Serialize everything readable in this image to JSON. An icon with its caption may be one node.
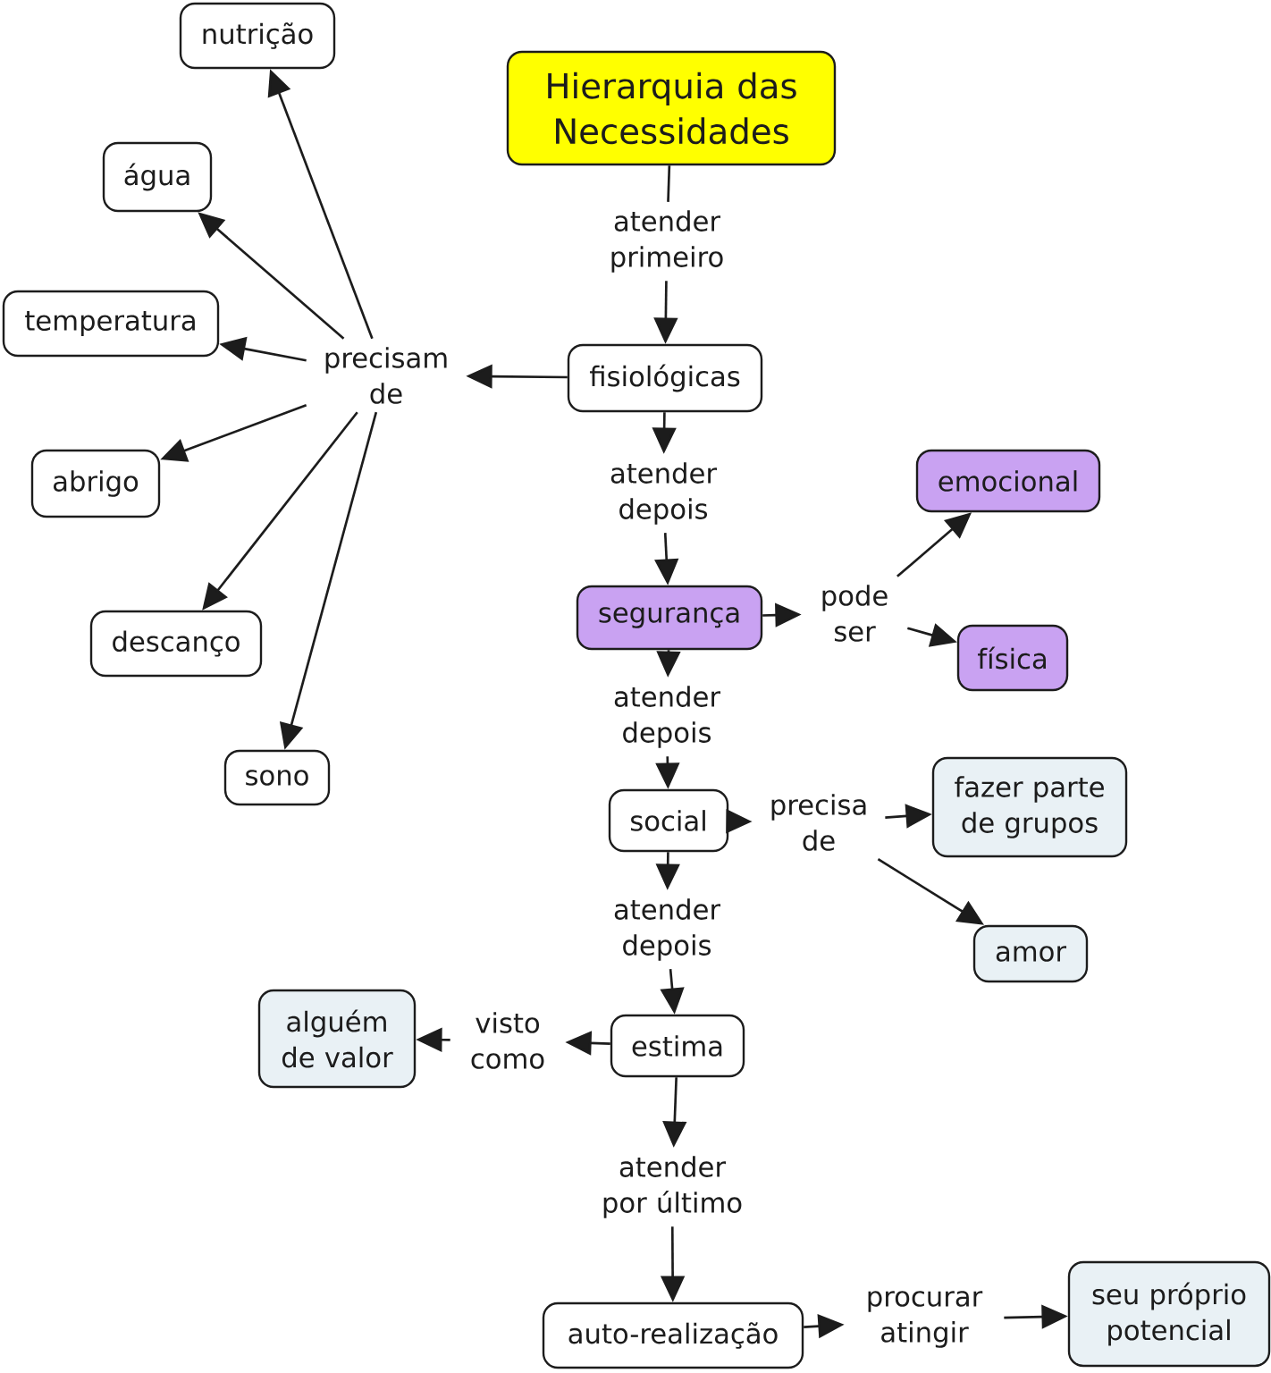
{
  "diagram": {
    "nodes": [
      {
        "text": [
          "Hierarquia das Necessidades"
        ]
      },
      {
        "text": [
          "atender primeiro"
        ]
      },
      {
        "text": [
          "fisiológicas"
        ]
      },
      {
        "text": [
          "precisam de"
        ]
      },
      {
        "text": [
          "nutrição"
        ]
      },
      {
        "text": [
          "água"
        ]
      },
      {
        "text": [
          "temperatura"
        ]
      },
      {
        "text": [
          "abrigo"
        ]
      },
      {
        "text": [
          "descanço"
        ]
      },
      {
        "text": [
          "sono"
        ]
      },
      {
        "text": [
          "atender depois"
        ]
      },
      {
        "text": [
          "segurança"
        ]
      },
      {
        "text": [
          "pode ser"
        ]
      },
      {
        "text": [
          "emocional"
        ]
      },
      {
        "text": [
          "física"
        ]
      },
      {
        "text": [
          "atender depois"
        ]
      },
      {
        "text": [
          "social"
        ]
      },
      {
        "text": [
          "precisa de"
        ]
      },
      {
        "text": [
          "fazer parte de grupos"
        ]
      },
      {
        "text": [
          "amor"
        ]
      },
      {
        "text": [
          "atender depois"
        ]
      },
      {
        "text": [
          "estima"
        ]
      },
      {
        "text": [
          "visto como"
        ]
      },
      {
        "text": [
          "alguém de valor"
        ]
      },
      {
        "text": [
          "atender por último"
        ]
      },
      {
        "text": [
          "auto-realização"
        ]
      },
      {
        "text": [
          "procurar atingir"
        ]
      },
      {
        "text": [
          "seu próprio potencial"
        ]
      }
    ],
    "edges": [
      {
        "from": 0,
        "to": 1,
        "arrow": "none"
      },
      {
        "from": 1,
        "to": 2,
        "arrow": "to"
      },
      {
        "from": 2,
        "to": 3,
        "arrow": "to"
      },
      {
        "from": 3,
        "to": 4,
        "arrow": "to"
      },
      {
        "from": 3,
        "to": 5,
        "arrow": "to"
      },
      {
        "from": 3,
        "to": 6,
        "arrow": "to"
      },
      {
        "from": 3,
        "to": 7,
        "arrow": "to"
      },
      {
        "from": 3,
        "to": 8,
        "arrow": "to"
      },
      {
        "from": 3,
        "to": 9,
        "arrow": "to"
      },
      {
        "from": 2,
        "to": 10,
        "arrow": "to"
      },
      {
        "from": 10,
        "to": 11,
        "arrow": "to"
      },
      {
        "from": 11,
        "to": 12,
        "arrow": "to"
      },
      {
        "from": 12,
        "to": 13,
        "arrow": "to"
      },
      {
        "from": 12,
        "to": 14,
        "arrow": "to"
      },
      {
        "from": 11,
        "to": 15,
        "arrow": "to"
      },
      {
        "from": 15,
        "to": 16,
        "arrow": "to"
      },
      {
        "from": 16,
        "to": 17,
        "arrow": "to"
      },
      {
        "from": 17,
        "to": 18,
        "arrow": "to"
      },
      {
        "from": 17,
        "to": 19,
        "arrow": "to"
      },
      {
        "from": 16,
        "to": 20,
        "arrow": "to"
      },
      {
        "from": 20,
        "to": 21,
        "arrow": "to"
      },
      {
        "from": 21,
        "to": 22,
        "arrow": "to"
      },
      {
        "from": 22,
        "to": 23,
        "arrow": "to"
      },
      {
        "from": 21,
        "to": 24,
        "arrow": "to"
      },
      {
        "from": 24,
        "to": 25,
        "arrow": "to"
      },
      {
        "from": 25,
        "to": 26,
        "arrow": "to"
      },
      {
        "from": 26,
        "to": 27,
        "arrow": "to"
      }
    ]
  }
}
